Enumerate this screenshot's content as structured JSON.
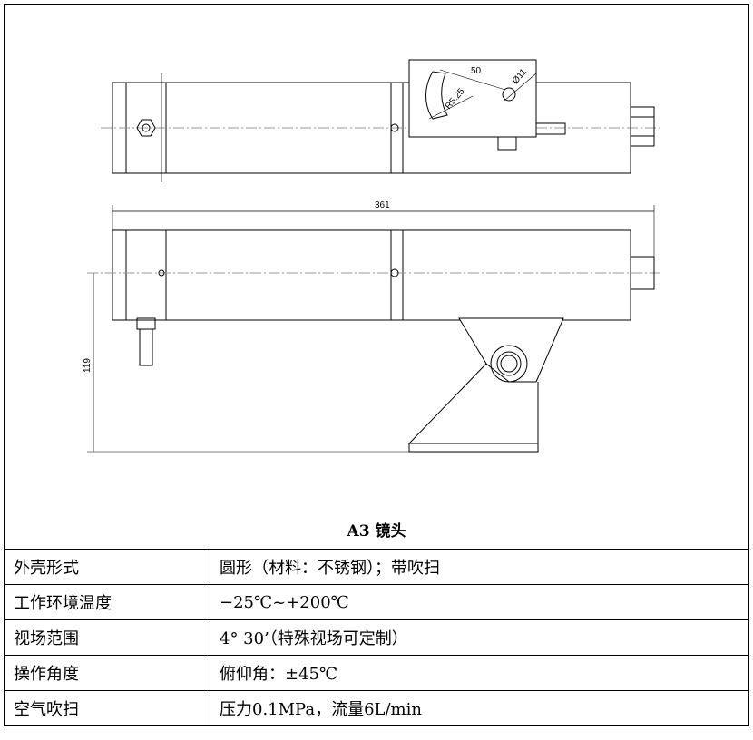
{
  "drawing": {
    "dim_slot_spacing": "50",
    "dim_slot_radius": "R5.25",
    "dim_hole_diameter": "Ø11",
    "dim_length": "361",
    "dim_height": "119"
  },
  "caption": "A3 镜头",
  "specs": [
    {
      "label": "外壳形式",
      "value": "圆形（材料：不锈钢）；带吹扫"
    },
    {
      "label": "工作环境温度",
      "value": "−25℃~+200℃"
    },
    {
      "label": "视场范围",
      "value": "4° 30’（特殊视场可定制）"
    },
    {
      "label": "操作角度",
      "value": "俯仰角：±45℃"
    },
    {
      "label": "空气吹扫",
      "value": "压力0.1MPa，流量6L/min"
    }
  ]
}
